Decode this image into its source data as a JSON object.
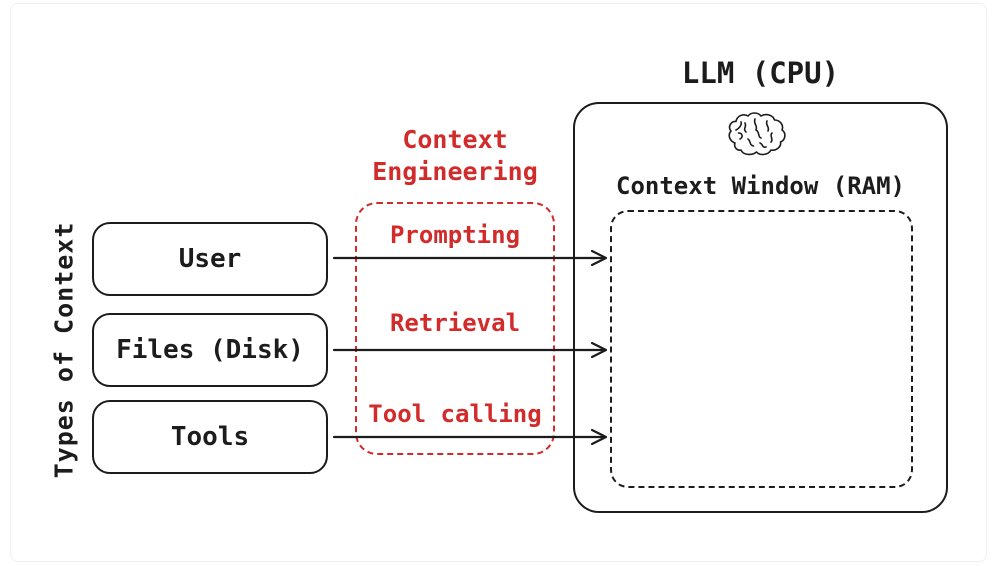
{
  "diagram": {
    "left_axis_label": "Types of Context",
    "sources": [
      {
        "label": "User"
      },
      {
        "label": "Files (Disk)"
      },
      {
        "label": "Tools"
      }
    ],
    "pipeline": {
      "title": "Context Engineering",
      "steps": [
        "Prompting",
        "Retrieval",
        "Tool calling"
      ]
    },
    "llm": {
      "title": "LLM (CPU)",
      "icon": "brain-icon",
      "context_window_label": "Context Window (RAM)"
    },
    "colors": {
      "accent_red": "#d22b2b",
      "ink": "#1c1c1c"
    }
  }
}
